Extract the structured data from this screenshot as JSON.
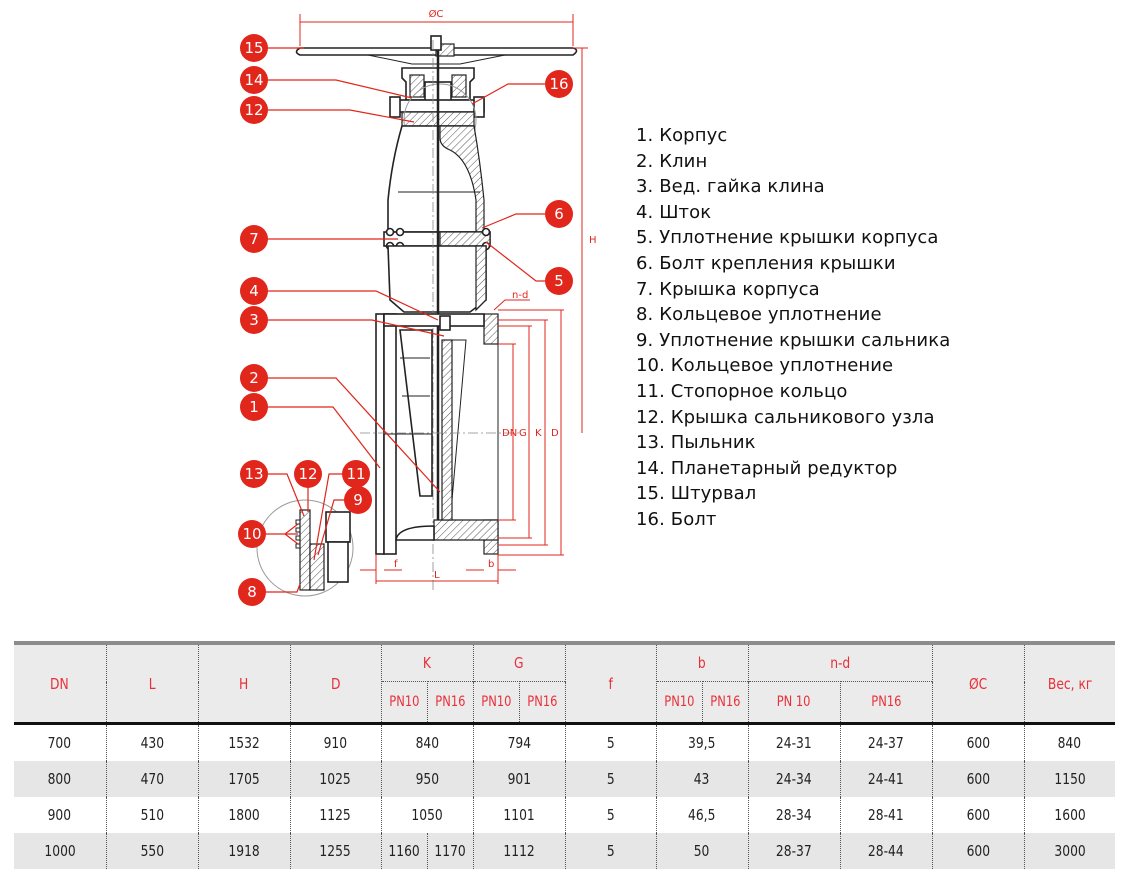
{
  "drawing": {
    "title": "Gate valve with planetary gearbox — sectional drawing",
    "dimension_labels": {
      "handwheel_diameter": "ØC",
      "height": "H",
      "nominal_diameter": "DN",
      "g": "G",
      "k": "K",
      "d": "D",
      "bolt_holes": "n-d",
      "face_to_face": "L",
      "f": "f",
      "b": "b"
    },
    "callouts": [
      "15",
      "14",
      "12",
      "16",
      "6",
      "7",
      "5",
      "4",
      "3",
      "2",
      "1",
      "13",
      "12",
      "11",
      "9",
      "10",
      "8"
    ]
  },
  "legend": {
    "items": [
      "1. Корпус",
      "2. Клин",
      "3. Вед. гайка клина",
      "4. Шток",
      "5. Уплотнение крышки корпуса",
      "6. Болт крепления крышки",
      "7. Крышка корпуса",
      "8. Кольцевое уплотнение",
      "9. Уплотнение крышки сальника",
      "10. Кольцевое уплотнение",
      "11. Стопорное кольцо",
      "12. Крышка сальникового узла",
      "13. Пыльник",
      "14. Планетарный редуктор",
      "15. Штурвал",
      "16. Болт"
    ]
  },
  "table": {
    "headers": {
      "dn": "DN",
      "l": "L",
      "h": "H",
      "d": "D",
      "k": "K",
      "g": "G",
      "f": "f",
      "b": "b",
      "nd": "n-d",
      "oc": "ØC",
      "weight": "Вес, кг",
      "k_pn10": "PN10",
      "k_pn16": "PN16",
      "g_pn10": "PN10",
      "g_pn16": "PN16",
      "b_pn10": "PN10",
      "b_pn16": "PN16",
      "nd_pn10": "PN 10",
      "nd_pn16": "PN16"
    },
    "rows": [
      {
        "dn": "700",
        "l": "430",
        "h": "1532",
        "d": "910",
        "k": "840",
        "g": "794",
        "f": "5",
        "b": "39,5",
        "nd_pn10": "24-31",
        "nd_pn16": "24-37",
        "oc": "600",
        "weight": "840"
      },
      {
        "dn": "800",
        "l": "470",
        "h": "1705",
        "d": "1025",
        "k": "950",
        "g": "901",
        "f": "5",
        "b": "43",
        "nd_pn10": "24-34",
        "nd_pn16": "24-41",
        "oc": "600",
        "weight": "1150"
      },
      {
        "dn": "900",
        "l": "510",
        "h": "1800",
        "d": "1125",
        "k": "1050",
        "g": "1101",
        "f": "5",
        "b": "46,5",
        "nd_pn10": "28-34",
        "nd_pn16": "28-41",
        "oc": "600",
        "weight": "1600"
      },
      {
        "dn": "1000",
        "l": "550",
        "h": "1918",
        "d": "1255",
        "k_pn10": "1160",
        "k_pn16": "1170",
        "g": "1112",
        "f": "5",
        "b": "50",
        "nd_pn10": "28-37",
        "nd_pn16": "28-44",
        "oc": "600",
        "weight": "3000"
      }
    ]
  },
  "colors": {
    "accent_red": "#e1261c",
    "header_text": "#e8303a",
    "header_bg": "#ebebeb",
    "row_stripe": "#e6e6e6"
  }
}
